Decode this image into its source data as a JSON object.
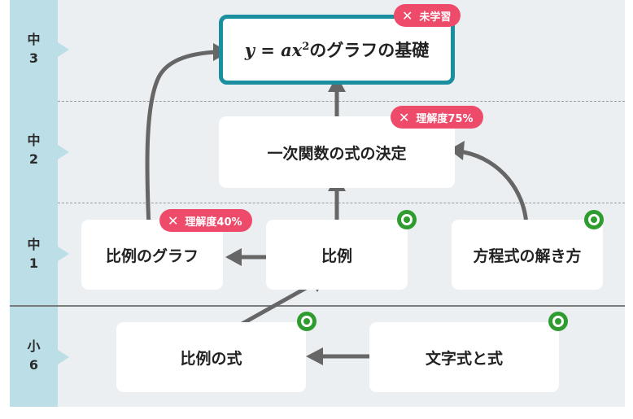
{
  "grades": [
    {
      "label": "中\n3"
    },
    {
      "label": "中\n2"
    },
    {
      "label": "中\n1"
    },
    {
      "label": "小\n6"
    }
  ],
  "nodes": {
    "quadratic": {
      "eq_var": "y",
      "eq_mid": " = ax",
      "eq_exp": "2",
      "suffix": "のグラフの基礎"
    },
    "linear_function": "一次関数の式の決定",
    "proportion_graph": "比例のグラフ",
    "proportion": "比例",
    "equation_solving": "方程式の解き方",
    "proportion_expression": "比例の式",
    "literal_expression": "文字式と式"
  },
  "badges": {
    "quadratic": {
      "icon": "✕",
      "text": "未学習"
    },
    "linear_function": {
      "icon": "✕",
      "text": "理解度75%"
    },
    "proportion_graph": {
      "icon": "✕",
      "text": "理解度40%"
    }
  },
  "colors": {
    "accent": "#1a8fa0",
    "badge": "#ee4b6b",
    "done": "#2f9c2f",
    "arrow": "#666666",
    "grade_bar": "#bcdfe7"
  }
}
